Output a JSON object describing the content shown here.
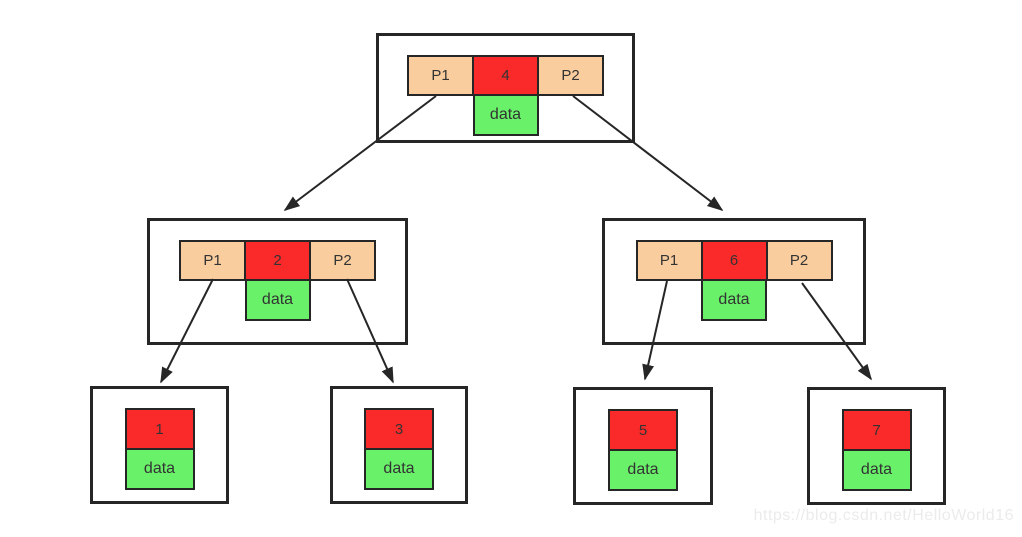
{
  "diagram": {
    "type": "b-tree",
    "colors": {
      "pointer_fill": "#FACD9E",
      "key_fill": "#FB2A2A",
      "data_fill": "#69F169",
      "border": "#262626",
      "text": "#333333",
      "background": "#FFFFFF",
      "watermark_text": "#EBEBEB"
    },
    "nodes": {
      "root": {
        "p1": "P1",
        "key": "4",
        "p2": "P2",
        "data": "data"
      },
      "internal": [
        {
          "p1": "P1",
          "key": "2",
          "p2": "P2",
          "data": "data"
        },
        {
          "p1": "P1",
          "key": "6",
          "p2": "P2",
          "data": "data"
        }
      ],
      "leaves": [
        {
          "key": "1",
          "data": "data"
        },
        {
          "key": "3",
          "data": "data"
        },
        {
          "key": "5",
          "data": "data"
        },
        {
          "key": "7",
          "data": "data"
        }
      ]
    },
    "edges": [
      {
        "from": "node-4-pointer-p1",
        "to": "node-2"
      },
      {
        "from": "node-4-pointer-p2",
        "to": "node-6"
      },
      {
        "from": "node-2-pointer-p1",
        "to": "leaf-1"
      },
      {
        "from": "node-2-pointer-p2",
        "to": "leaf-3"
      },
      {
        "from": "node-6-pointer-p1",
        "to": "leaf-5"
      },
      {
        "from": "node-6-pointer-p2",
        "to": "leaf-7"
      }
    ]
  },
  "watermark": {
    "text": "https://blog.csdn.net/HelloWorld16"
  }
}
